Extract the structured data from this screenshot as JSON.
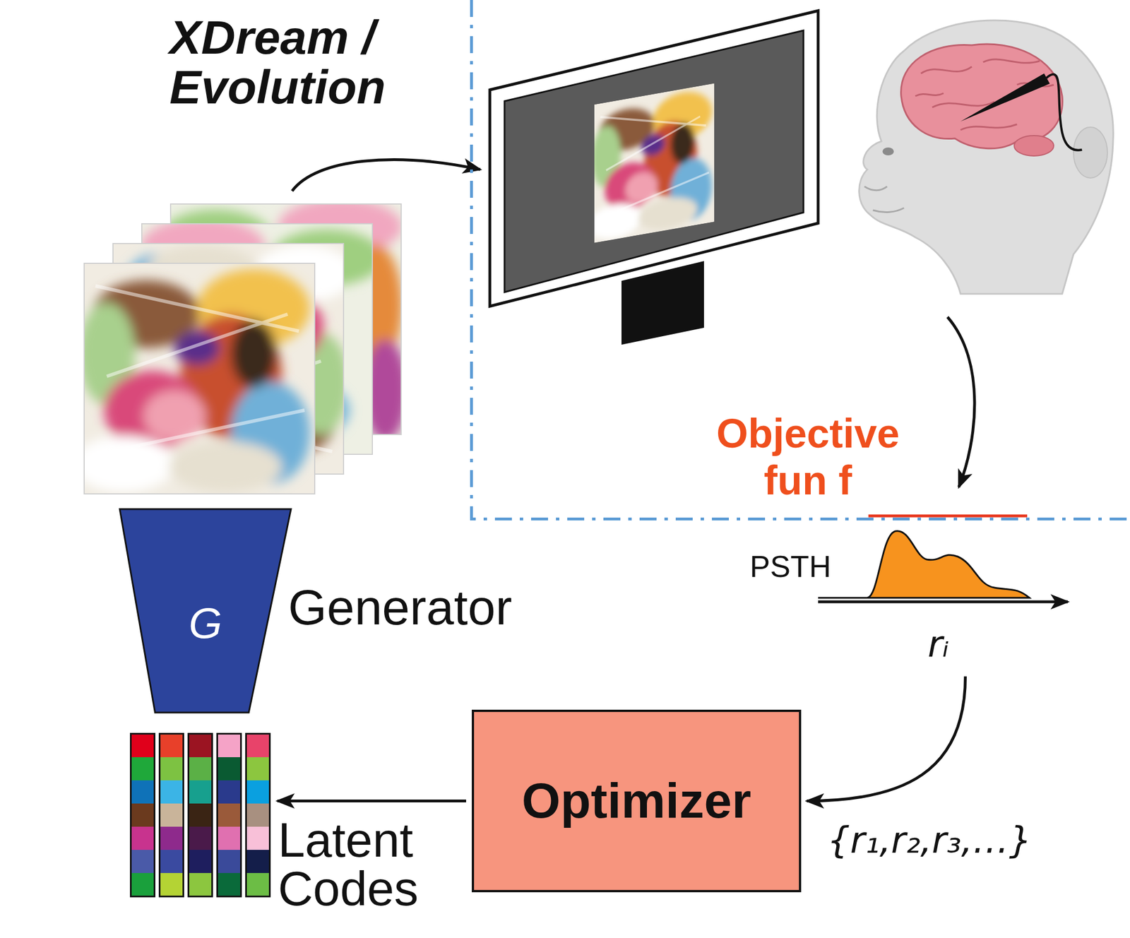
{
  "diagram": {
    "title": "XDream / Evolution",
    "nodes": [
      {
        "text": [
          "Objective fun f"
        ]
      },
      {
        "text": [
          "PSTH",
          "rᵢ"
        ]
      },
      {
        "text": [
          "Optimizer"
        ]
      },
      {
        "text": [
          "Latent Codes"
        ]
      },
      {
        "text": [
          "G",
          "Generator"
        ]
      }
    ],
    "edges": [
      {
        "from": 1,
        "to": 2,
        "arrow": "to",
        "label": "{r₁,r₂,r₃,…}"
      },
      {
        "from": 2,
        "to": 3,
        "arrow": "to"
      }
    ]
  }
}
